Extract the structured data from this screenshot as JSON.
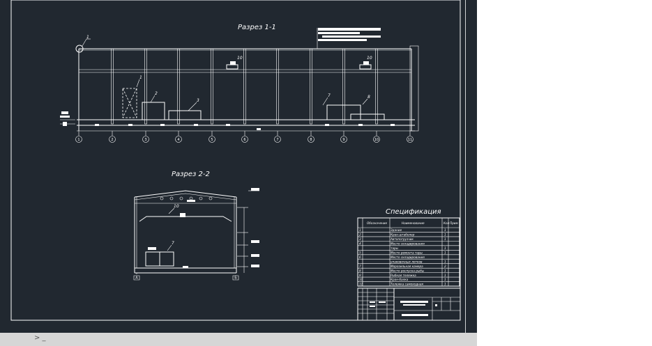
{
  "section_1": {
    "title": "Разрез 1-1",
    "axes": [
      "1",
      "2",
      "3",
      "4",
      "5",
      "6",
      "7",
      "8",
      "9",
      "10",
      "11"
    ],
    "callouts": [
      "1",
      "2",
      "3",
      "7",
      "8",
      "10",
      "10"
    ],
    "marker_top_left": "1"
  },
  "section_2": {
    "title": "Разрез 2-2",
    "axes": [
      "А",
      "Б"
    ],
    "callouts": [
      "10",
      "7"
    ]
  },
  "specification": {
    "title": "Спецификация",
    "headers": [
      "Обозначение",
      "Наименование",
      "Кол",
      "Прим"
    ],
    "rows": [
      {
        "pos": "1",
        "name": "Здание",
        "qty": "1"
      },
      {
        "pos": "2",
        "name": "Кран-штабелер",
        "qty": "1"
      },
      {
        "pos": "3",
        "name": "Автопогрузчик",
        "qty": "1"
      },
      {
        "pos": "4",
        "name": "Место складирования",
        "qty": ""
      },
      {
        "pos": "",
        "name": "тары",
        "qty": "1"
      },
      {
        "pos": "5",
        "name": "Место ремонта тары",
        "qty": "1"
      },
      {
        "pos": "6",
        "name": "Место складирования",
        "qty": ""
      },
      {
        "pos": "",
        "name": "упаковочных лотков",
        "qty": "1"
      },
      {
        "pos": "7",
        "name": "Морозильная камера",
        "qty": "2"
      },
      {
        "pos": "8",
        "name": "Место роспуска рыбы",
        "qty": "1"
      },
      {
        "pos": "9",
        "name": "Рыбная тележка",
        "qty": "1"
      },
      {
        "pos": "10",
        "name": "Кран-балка",
        "qty": "1"
      },
      {
        "pos": "11",
        "name": "Тележка самоходная",
        "qty": "1"
      }
    ]
  },
  "statusbar": {
    "text": "> _"
  }
}
